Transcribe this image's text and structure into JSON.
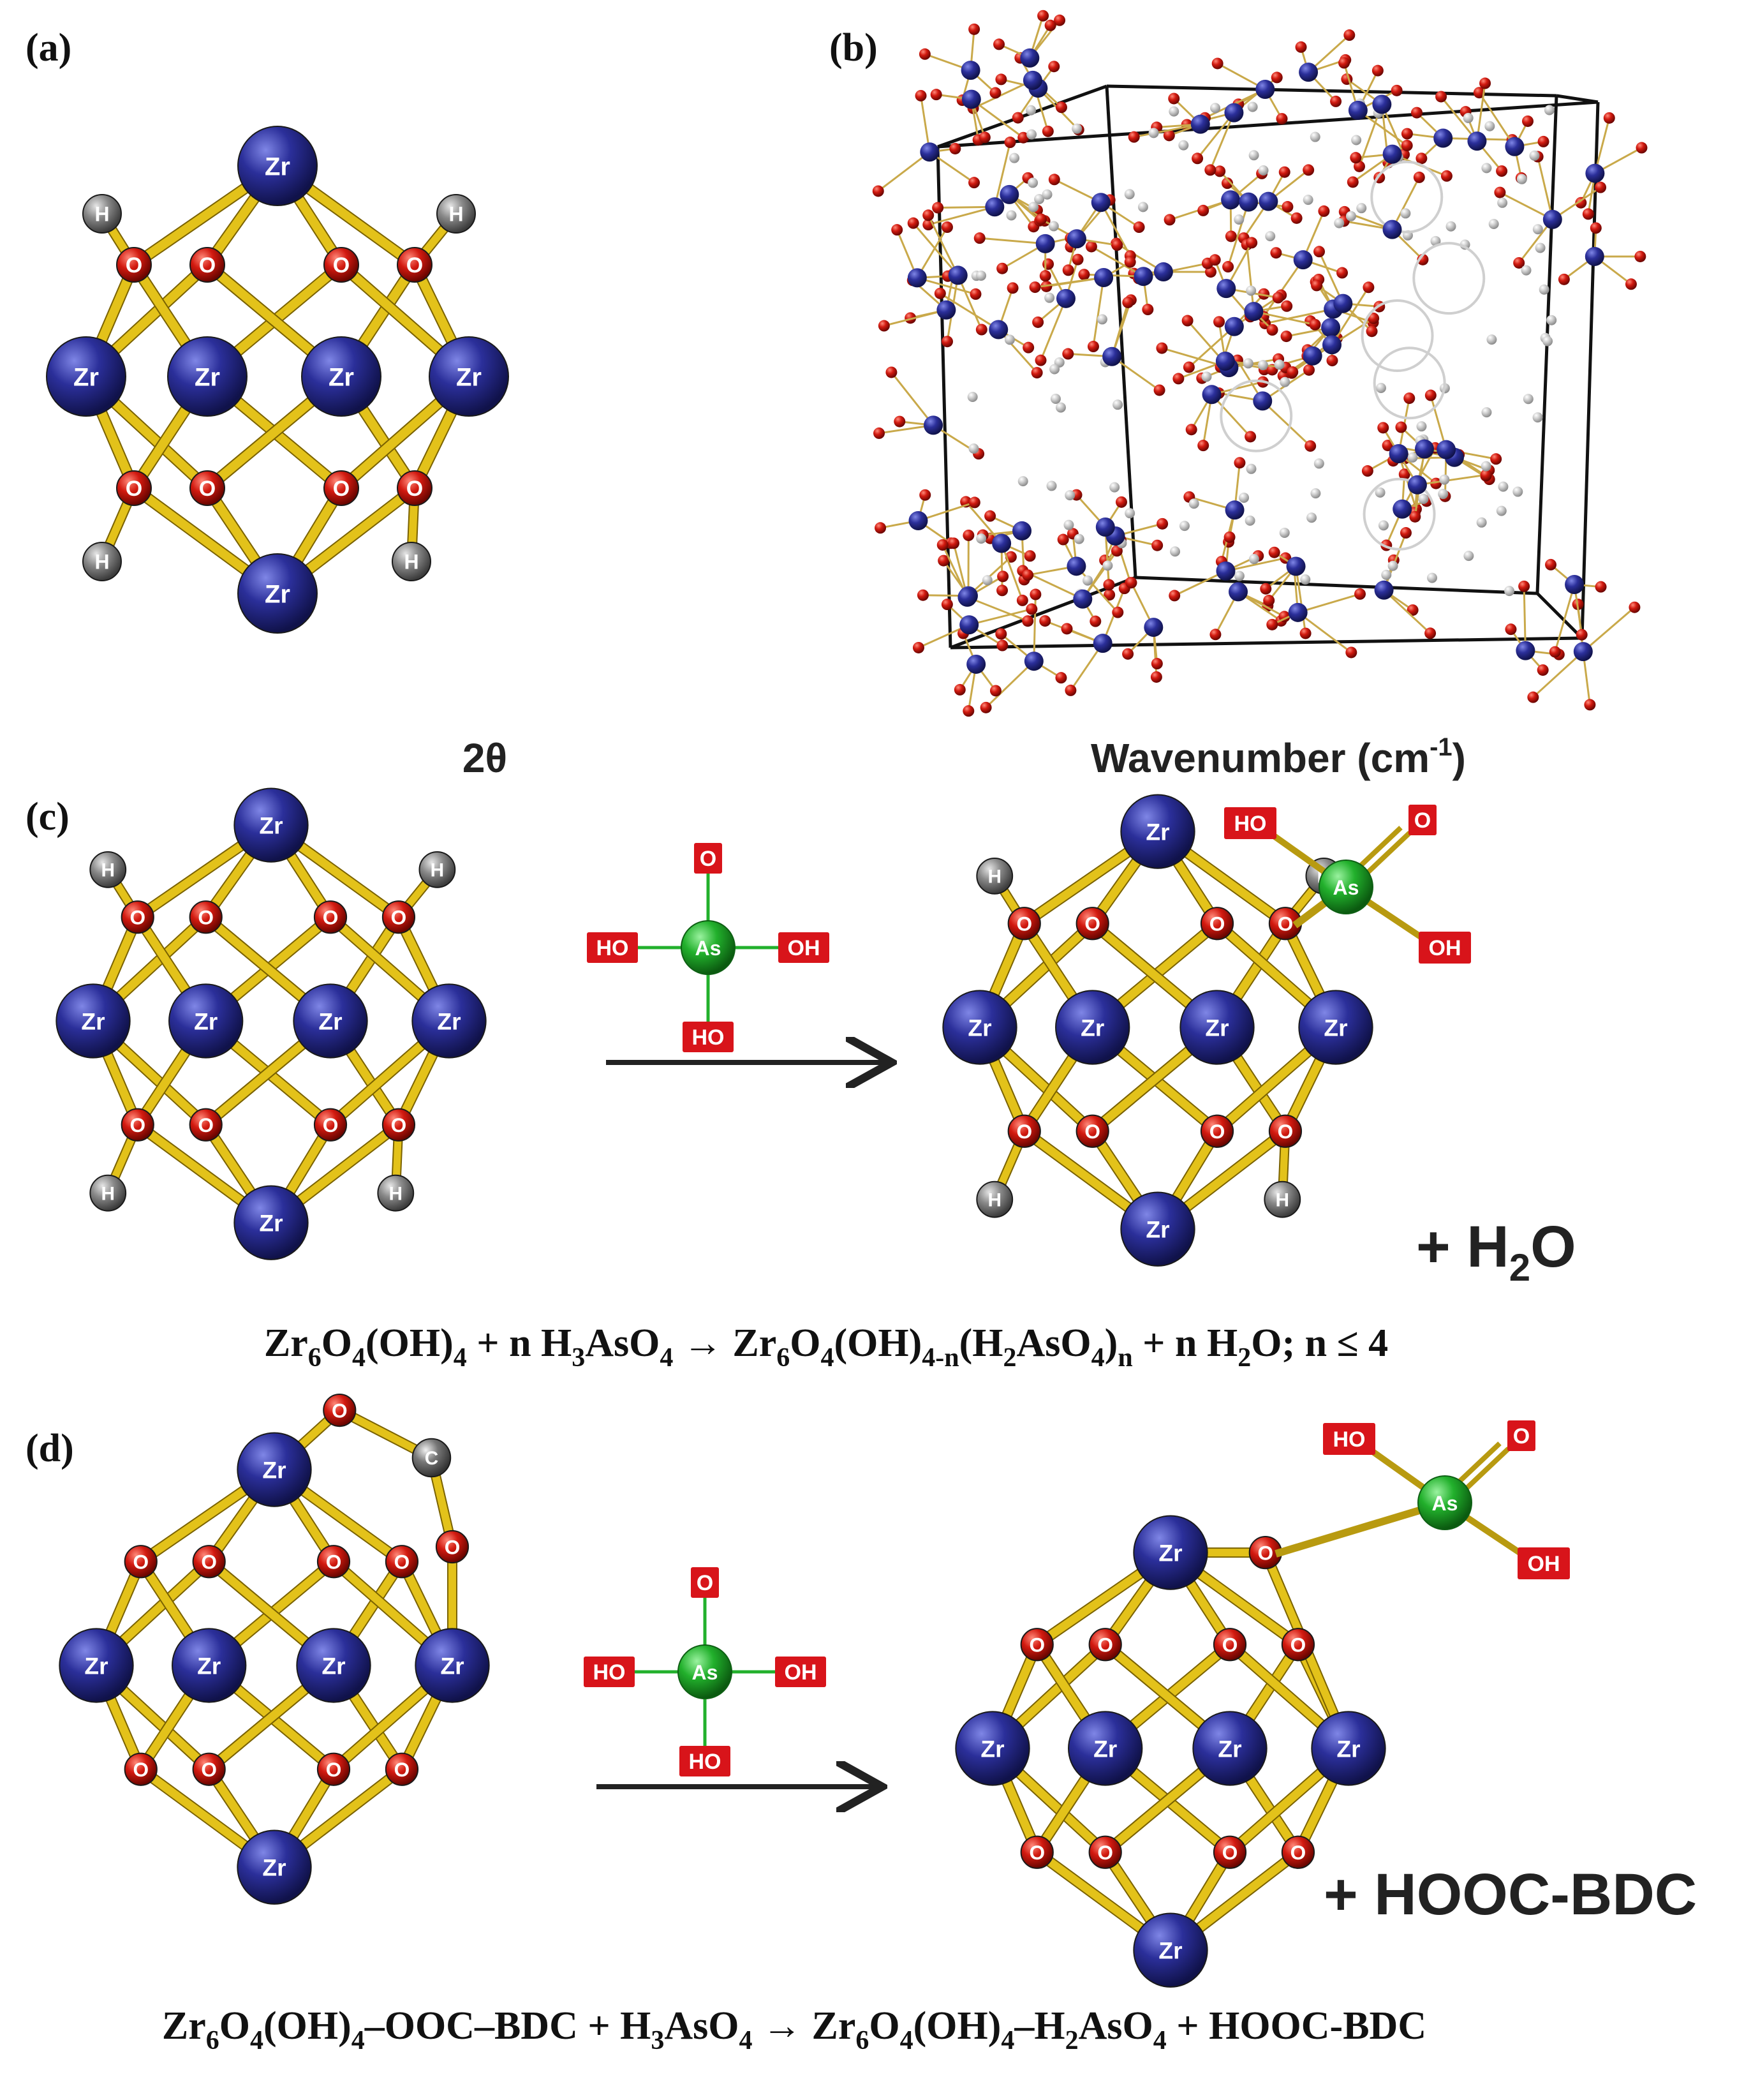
{
  "panels": {
    "a": {
      "label": "(a)"
    },
    "b": {
      "label": "(b)"
    },
    "c": {
      "label": "(c)"
    },
    "d": {
      "label": "(d)"
    }
  },
  "stray_labels": {
    "two_theta": "2θ",
    "wavenumber": "Wavenumber (cm",
    "wavenumber_sup": "-1",
    "wavenumber_close": ")"
  },
  "atoms": {
    "zr": "Zr",
    "o": "O",
    "h": "H",
    "c": "C",
    "as": "As"
  },
  "arsenate_groups": {
    "o": "O",
    "ho": "HO",
    "oh": "OH"
  },
  "products": {
    "c": "+ H",
    "c_sub": "2",
    "c_end": "O",
    "d": "+ HOOC-BDC"
  },
  "equations": {
    "c": [
      {
        "t": "Zr"
      },
      {
        "t": "6",
        "sub": true
      },
      {
        "t": "O"
      },
      {
        "t": "4",
        "sub": true
      },
      {
        "t": "(OH)"
      },
      {
        "t": "4",
        "sub": true
      },
      {
        "t": " + n H"
      },
      {
        "t": "3",
        "sub": true
      },
      {
        "t": "AsO"
      },
      {
        "t": "4",
        "sub": true
      },
      {
        "t": " → Zr"
      },
      {
        "t": "6",
        "sub": true
      },
      {
        "t": "O"
      },
      {
        "t": "4",
        "sub": true
      },
      {
        "t": "(OH)"
      },
      {
        "t": "4-n",
        "sub": true
      },
      {
        "t": "(H"
      },
      {
        "t": "2",
        "sub": true
      },
      {
        "t": "AsO"
      },
      {
        "t": "4",
        "sub": true
      },
      {
        "t": ")"
      },
      {
        "t": "n",
        "sub": true
      },
      {
        "t": " + n H"
      },
      {
        "t": "2",
        "sub": true
      },
      {
        "t": "O; n ≤ 4"
      }
    ],
    "d": [
      {
        "t": "Zr"
      },
      {
        "t": "6",
        "sub": true
      },
      {
        "t": "O"
      },
      {
        "t": "4",
        "sub": true
      },
      {
        "t": "(OH)"
      },
      {
        "t": "4",
        "sub": true
      },
      {
        "t": "–OOC–BDC + H"
      },
      {
        "t": "3",
        "sub": true
      },
      {
        "t": "AsO"
      },
      {
        "t": "4",
        "sub": true
      },
      {
        "t": " → Zr"
      },
      {
        "t": "6",
        "sub": true
      },
      {
        "t": "O"
      },
      {
        "t": "4",
        "sub": true
      },
      {
        "t": "(OH)"
      },
      {
        "t": "4",
        "sub": true
      },
      {
        "t": "–H"
      },
      {
        "t": "2",
        "sub": true
      },
      {
        "t": "AsO"
      },
      {
        "t": "4",
        "sub": true
      },
      {
        "t": " + HOOC-BDC"
      }
    ]
  },
  "colors": {
    "zr": "#2b2f9a",
    "oxygen": "#d21a10",
    "hydrogen": "#8a8a8a",
    "carbon": "#777777",
    "arsenic": "#22b02c",
    "bond": "#e3c21a",
    "box_red": "#d8141a",
    "arrow": "#222222",
    "unit_cell": "#111111"
  }
}
